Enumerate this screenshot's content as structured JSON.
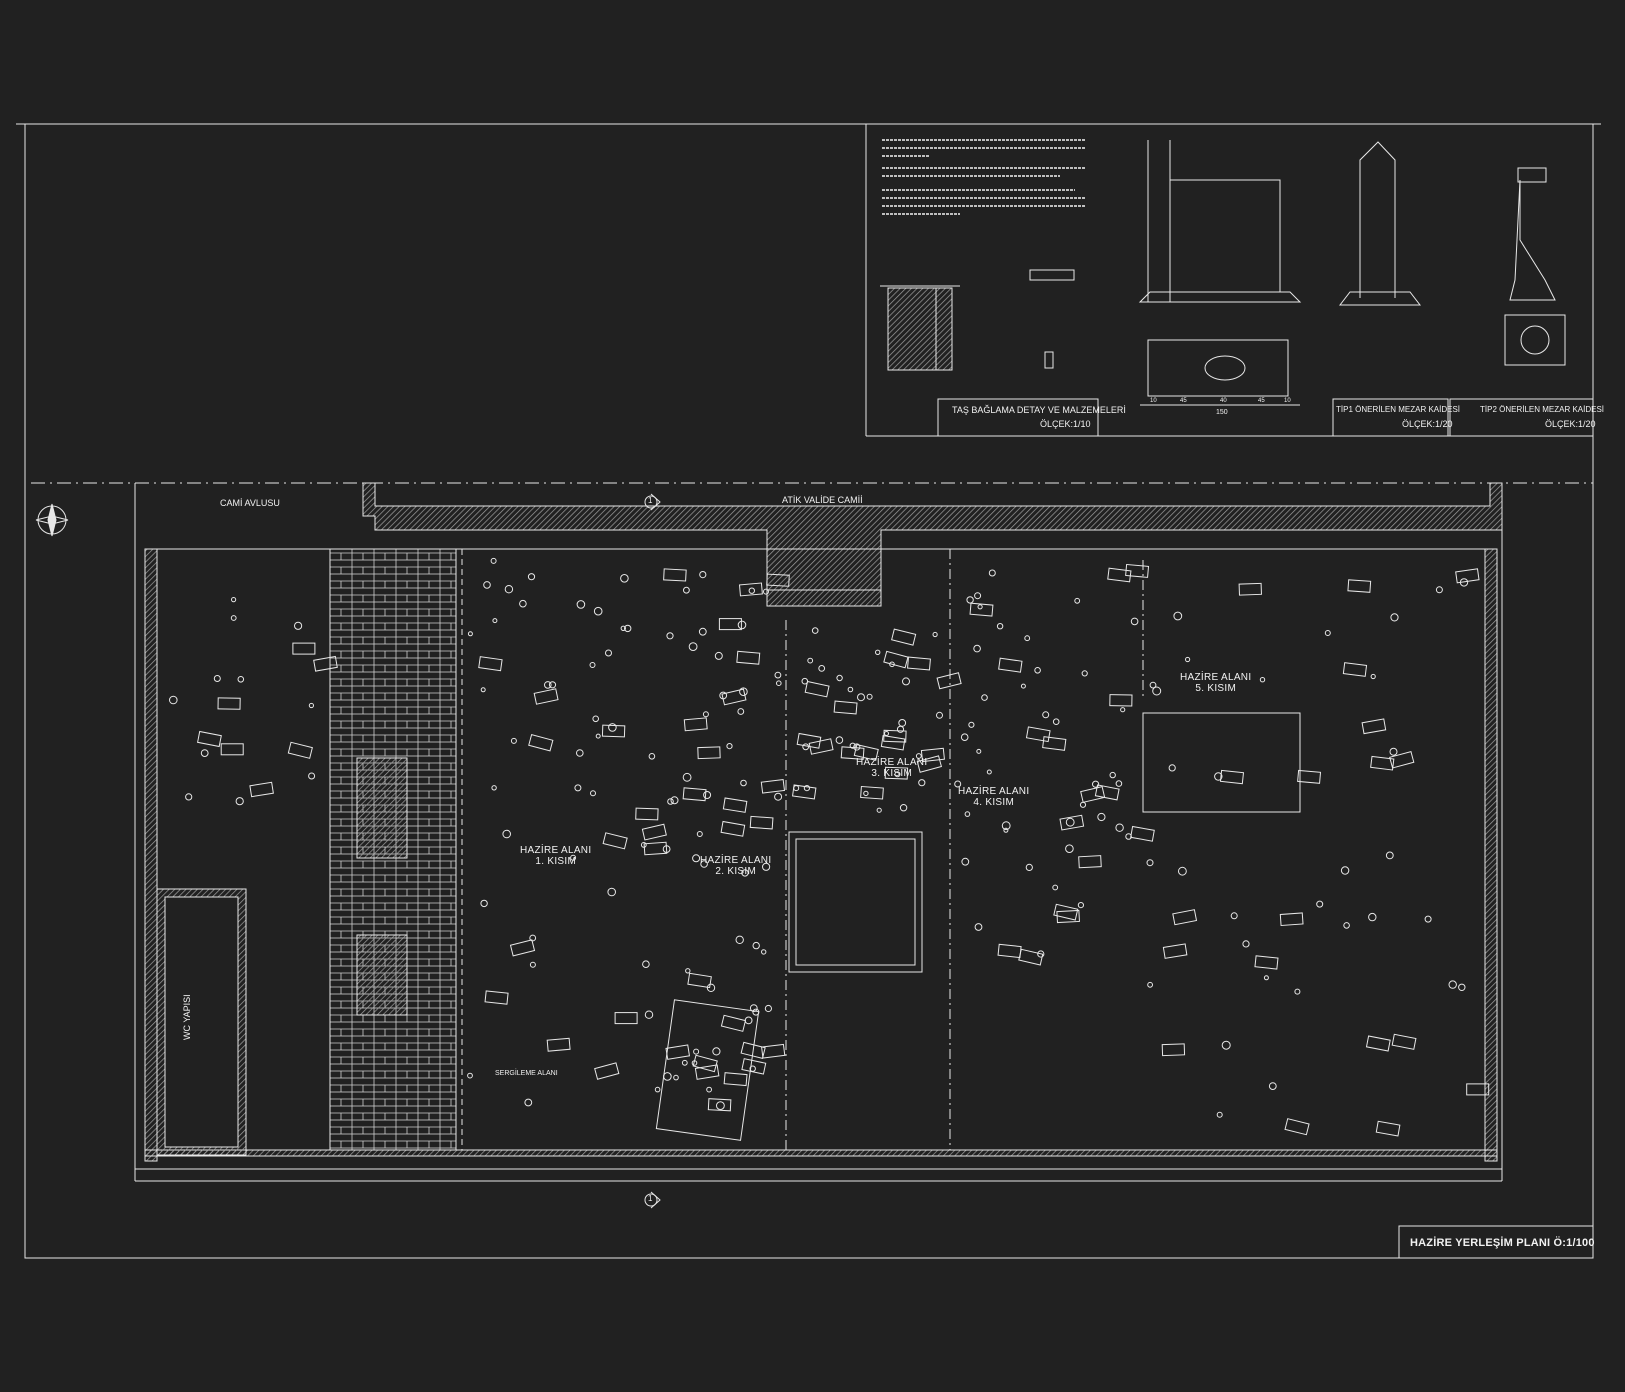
{
  "drawing": {
    "main_title": "HAZİRE YERLEŞİM PLANI Ö:1/100",
    "details": [
      {
        "title": "TAŞ BAĞLAMA DETAY VE MALZEMELERİ",
        "scale": "ÖLÇEK:1/10"
      },
      {
        "title": "TİP1 ÖNERİLEN MEZAR KAİDESİ",
        "scale": "ÖLÇEK:1/20"
      },
      {
        "title": "TİP2 ÖNERİLEN MEZAR KAİDESİ",
        "scale": "ÖLÇEK:1/20"
      }
    ],
    "context_labels": {
      "courtyard": "CAMİ AVLUSU",
      "mosque": "ATİK VALİDE CAMİİ",
      "wc": "WC YAPISI",
      "exhibition": "SERGİLEME ALANI"
    },
    "areas": [
      {
        "line1": "HAZİRE ALANI",
        "line2": "1. KISIM"
      },
      {
        "line1": "HAZİRE ALANI",
        "line2": "2. KISIM"
      },
      {
        "line1": "HAZİRE ALANI",
        "line2": "3. KISIM"
      },
      {
        "line1": "HAZİRE ALANI",
        "line2": "4. KISIM"
      },
      {
        "line1": "HAZİRE ALANI",
        "line2": "5. KISIM"
      }
    ],
    "section_marker": "1",
    "detail_dimensions": {
      "tip1_total": "150",
      "tip1_parts": [
        "10",
        "45",
        "40",
        "45",
        "10"
      ]
    }
  },
  "colors": {
    "background": "#212121",
    "line": "#e8e8e8",
    "hatch": "#9a9a9a"
  }
}
